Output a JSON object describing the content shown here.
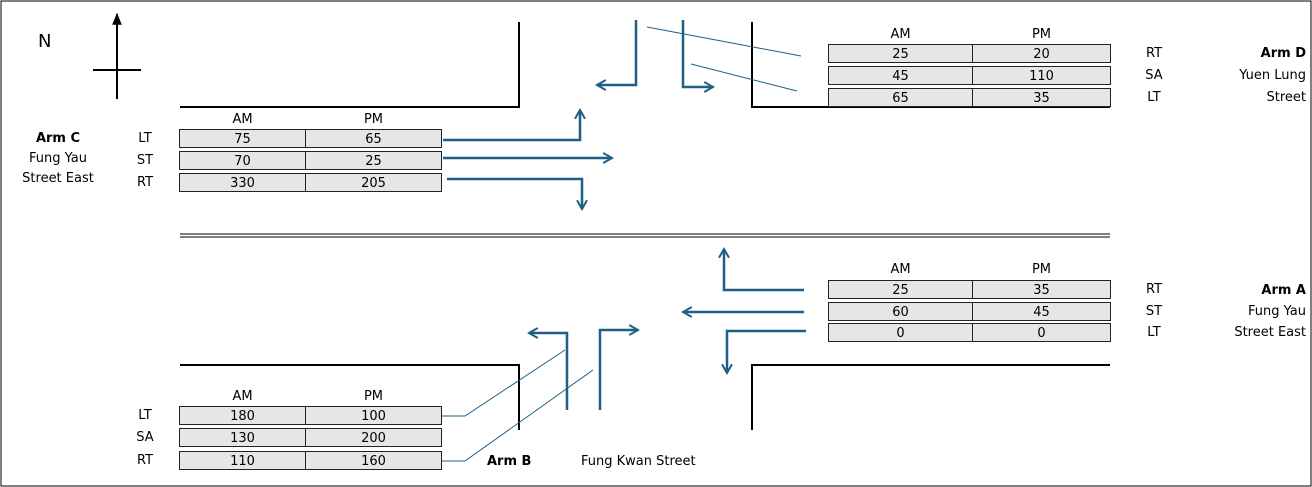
{
  "compass": {
    "label": "N"
  },
  "columns": [
    "AM",
    "PM"
  ],
  "arms": {
    "A": {
      "title": "Arm A",
      "name_lines": [
        "Fung Yau",
        "Street East"
      ],
      "movements": [
        {
          "move": "RT",
          "am": "25",
          "pm": "35"
        },
        {
          "move": "ST",
          "am": "60",
          "pm": "45"
        },
        {
          "move": "LT",
          "am": "0",
          "pm": "0"
        }
      ]
    },
    "B": {
      "title": "Arm B",
      "name": "Fung Kwan Street",
      "movements": [
        {
          "move": "LT",
          "am": "180",
          "pm": "100"
        },
        {
          "move": "SA",
          "am": "130",
          "pm": "200"
        },
        {
          "move": "RT",
          "am": "110",
          "pm": "160"
        }
      ]
    },
    "C": {
      "title": "Arm C",
      "name_lines": [
        "Fung Yau",
        "Street East"
      ],
      "movements": [
        {
          "move": "LT",
          "am": "75",
          "pm": "65"
        },
        {
          "move": "ST",
          "am": "70",
          "pm": "25"
        },
        {
          "move": "RT",
          "am": "330",
          "pm": "205"
        }
      ]
    },
    "D": {
      "title": "Arm D",
      "name_lines": [
        "Yuen Lung",
        "Street"
      ],
      "movements": [
        {
          "move": "RT",
          "am": "25",
          "pm": "20"
        },
        {
          "move": "SA",
          "am": "45",
          "pm": "110"
        },
        {
          "move": "LT",
          "am": "65",
          "pm": "35"
        }
      ]
    }
  },
  "colors": {
    "arrow": "#1f5f85",
    "cell_fill": "#e6e6e6",
    "line": "#000000"
  }
}
